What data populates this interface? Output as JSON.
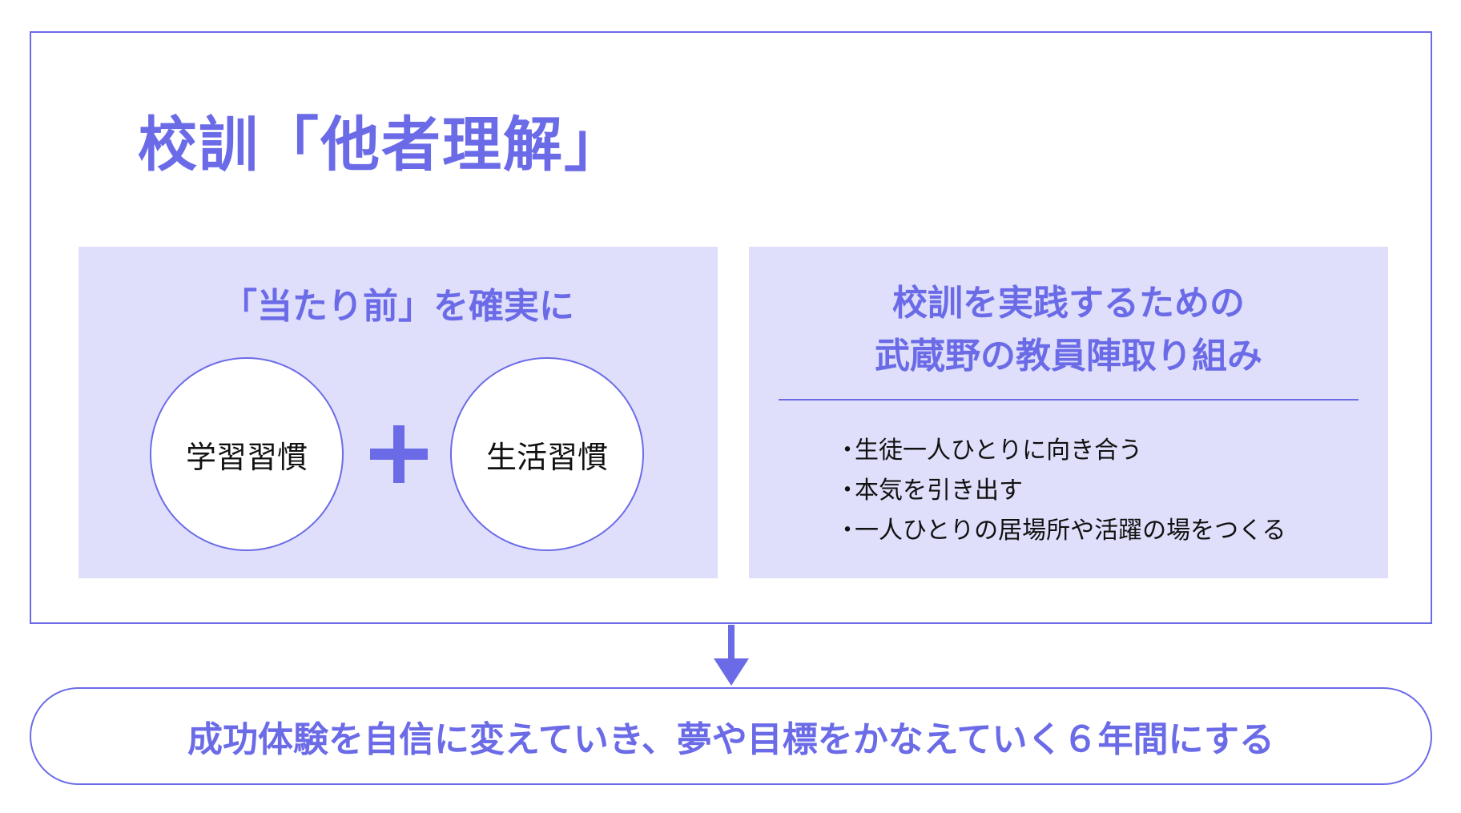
{
  "title": "校訓「他者理解」",
  "left_panel": {
    "heading": "「当たり前」を確実に",
    "circles": [
      "学習習慣",
      "生活習慣"
    ],
    "operator": "plus"
  },
  "right_panel": {
    "heading_line1": "校訓を実践するための",
    "heading_line2": "武蔵野の教員陣取り組み",
    "bullet_mark": "・",
    "bullets": [
      "生徒一人ひとりに向き合う",
      "本気を引き出す",
      "一人ひとりの居場所や活躍の場をつくる"
    ]
  },
  "result": "成功体験を自信に変えていき、夢や目標をかなえていく６年間にする",
  "colors": {
    "accent": "#6b6be8",
    "panel_bg": "#dfdffb",
    "text": "#111111",
    "background": "#ffffff"
  },
  "icons": {
    "operator": "plus-icon",
    "flow": "arrow-down-icon"
  }
}
